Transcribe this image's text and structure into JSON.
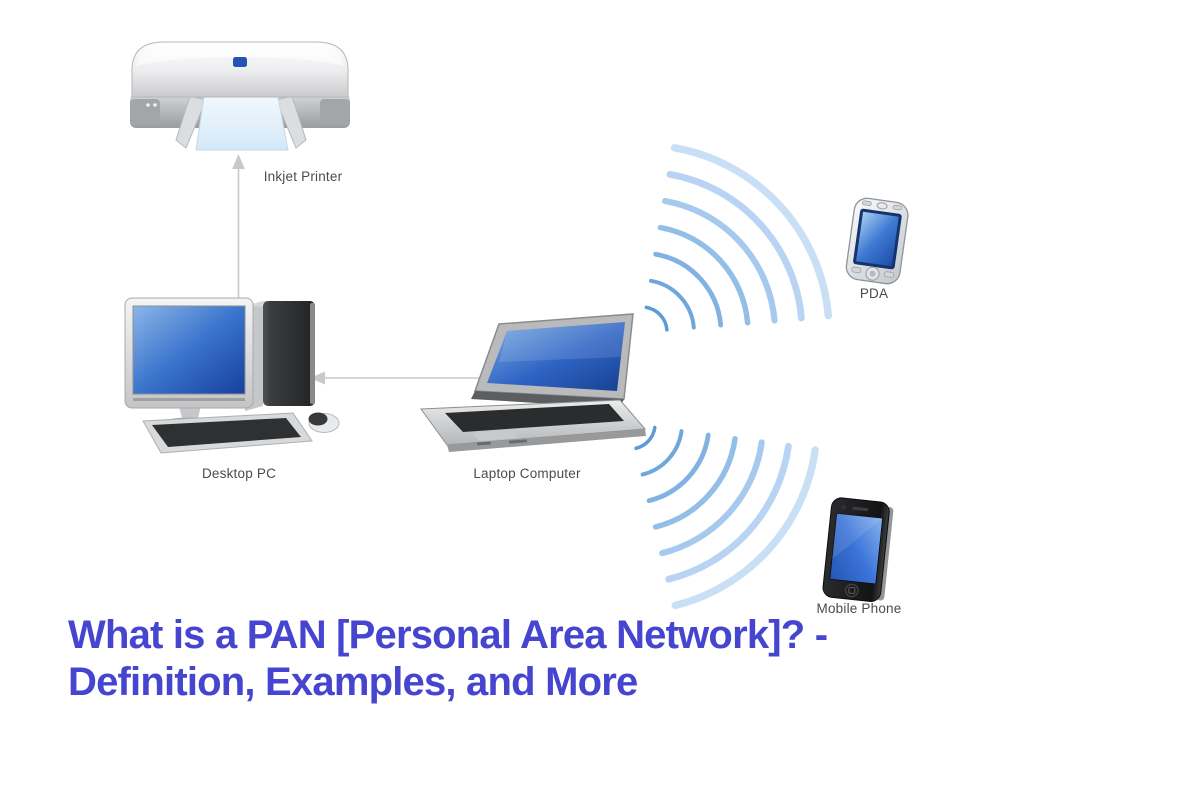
{
  "heading": {
    "line1": "What is a PAN [Personal Area Network]? -",
    "line2": "Definition, Examples, and More",
    "full_text": "What is a PAN [Personal Area Network]? - Definition, Examples, and More",
    "color": "#4545d0"
  },
  "diagram": {
    "type": "network-diagram",
    "subject": "Personal Area Network (PAN) example with wired and wireless links",
    "devices": [
      {
        "id": "inkjet-printer",
        "label": "Inkjet Printer"
      },
      {
        "id": "desktop-pc",
        "label": "Desktop PC"
      },
      {
        "id": "laptop-computer",
        "label": "Laptop Computer"
      },
      {
        "id": "pda",
        "label": "PDA"
      },
      {
        "id": "mobile-phone",
        "label": "Mobile Phone"
      }
    ],
    "connections": [
      {
        "from": "Desktop PC",
        "to": "Inkjet Printer",
        "style": "arrow",
        "medium": "cable"
      },
      {
        "from": "Desktop PC",
        "to": "Laptop Computer",
        "style": "double-arrow",
        "medium": "cable"
      },
      {
        "from": "Laptop Computer",
        "to": "PDA",
        "style": "radio-waves",
        "medium": "wireless"
      },
      {
        "from": "Laptop Computer",
        "to": "Mobile Phone",
        "style": "radio-waves",
        "medium": "wireless"
      }
    ],
    "colors": {
      "connector_gray": "#c9c9c9",
      "wave_blue_inner": "#5d9bd6",
      "wave_blue_outer": "#c9dff6",
      "device_screen_blue": "#2e63c4",
      "label_text": "#4b4b4d",
      "background": "#ffffff"
    }
  }
}
